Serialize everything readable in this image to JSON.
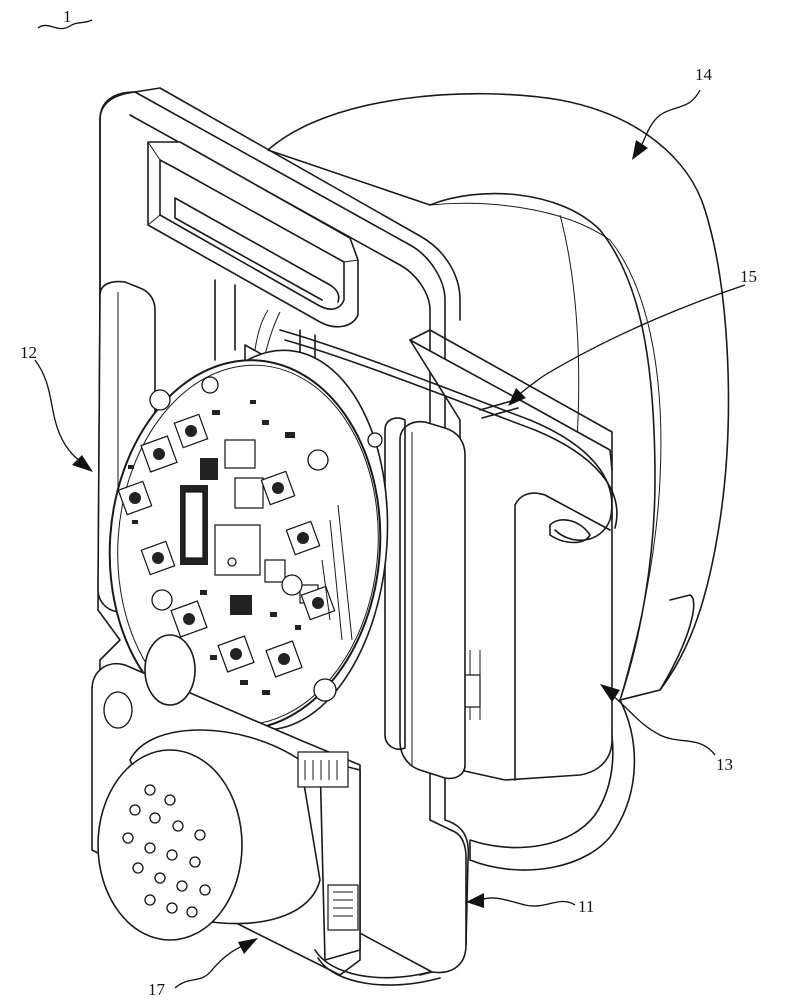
{
  "figure": {
    "ref_main": "1",
    "labels": [
      {
        "id": "ref-14",
        "text": "14"
      },
      {
        "id": "ref-15",
        "text": "15"
      },
      {
        "id": "ref-12",
        "text": "12"
      },
      {
        "id": "ref-13",
        "text": "13"
      },
      {
        "id": "ref-11",
        "text": "11"
      },
      {
        "id": "ref-17",
        "text": "17"
      }
    ]
  }
}
